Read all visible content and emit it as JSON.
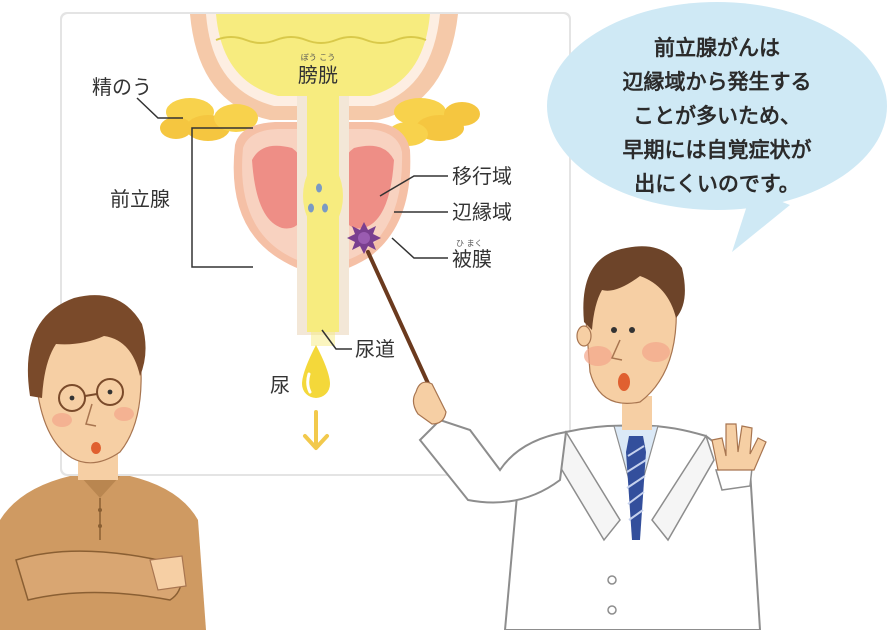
{
  "diagram": {
    "bladder": {
      "label": "膀胱",
      "reading": "ぼう こう"
    },
    "seminal_vesicle": "精のう",
    "prostate": "前立腺",
    "transition_zone": "移行域",
    "peripheral_zone": "辺縁域",
    "capsule": {
      "label": "被膜",
      "reading": "ひ まく"
    },
    "urethra": "尿道",
    "urine": "尿"
  },
  "speech_bubble": {
    "lines": [
      "前立腺がんは",
      "辺縁域から発生する",
      "ことが多いため、",
      "早期には自覚症状が",
      "出にくいのです。"
    ]
  },
  "colors": {
    "bubble": "#cfe9f5",
    "bladder": "#f7ec7f",
    "seminal_vesicle": "#f8d24c",
    "prostate_outer": "#f7c4ad",
    "prostate_inner": "#ee8e86",
    "urine": "#f4d83a",
    "tumor": "#7a3f8f",
    "coat": "#ffffff",
    "tie": "#334f9c"
  },
  "characters": {
    "doctor": "doctor",
    "patient": "patient"
  }
}
